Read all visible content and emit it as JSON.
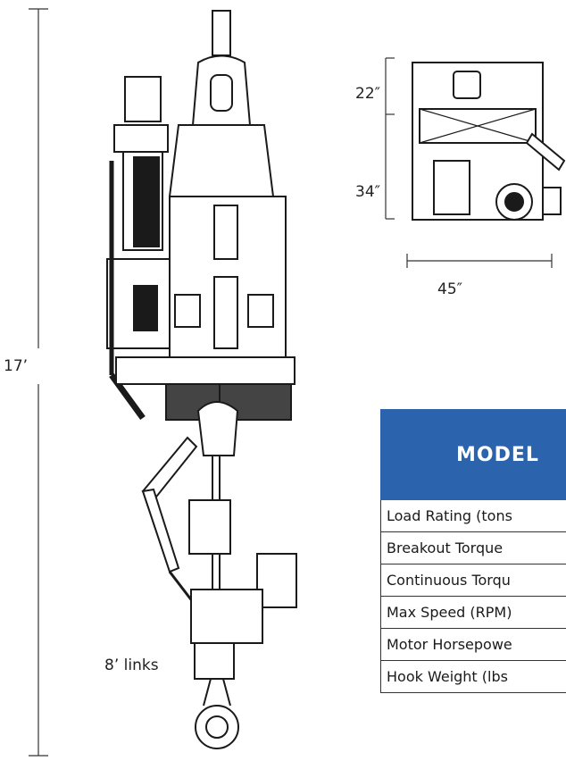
{
  "dimensions": {
    "overall_height": "17’",
    "top_height": "22″",
    "mid_height": "34″",
    "width": "45″",
    "links": "8’ links"
  },
  "table": {
    "header": "MODEL",
    "rows": [
      "Load Rating (tons",
      "Breakout Torque",
      "Continuous Torqu",
      "Max Speed (RPM)",
      "Motor Horsepowe",
      "Hook Weight  (lbs"
    ]
  },
  "colors": {
    "header_bg": "#2b64ad",
    "line": "#222222"
  }
}
